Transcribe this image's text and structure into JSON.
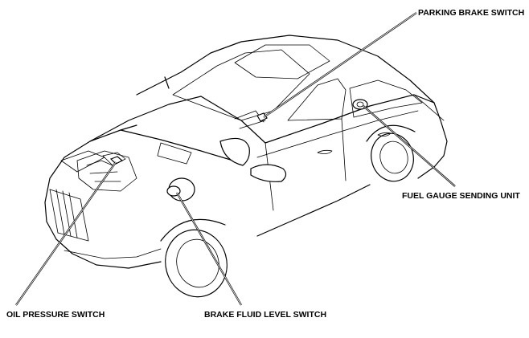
{
  "labels": {
    "parking_brake_switch": "PARKING BRAKE SWITCH",
    "fuel_gauge_sending_unit": "FUEL GAUGE SENDING UNIT",
    "oil_pressure_switch": "OIL PRESSURE SWITCH",
    "brake_fluid_level_switch": "BRAKE FLUID LEVEL SWITCH"
  }
}
